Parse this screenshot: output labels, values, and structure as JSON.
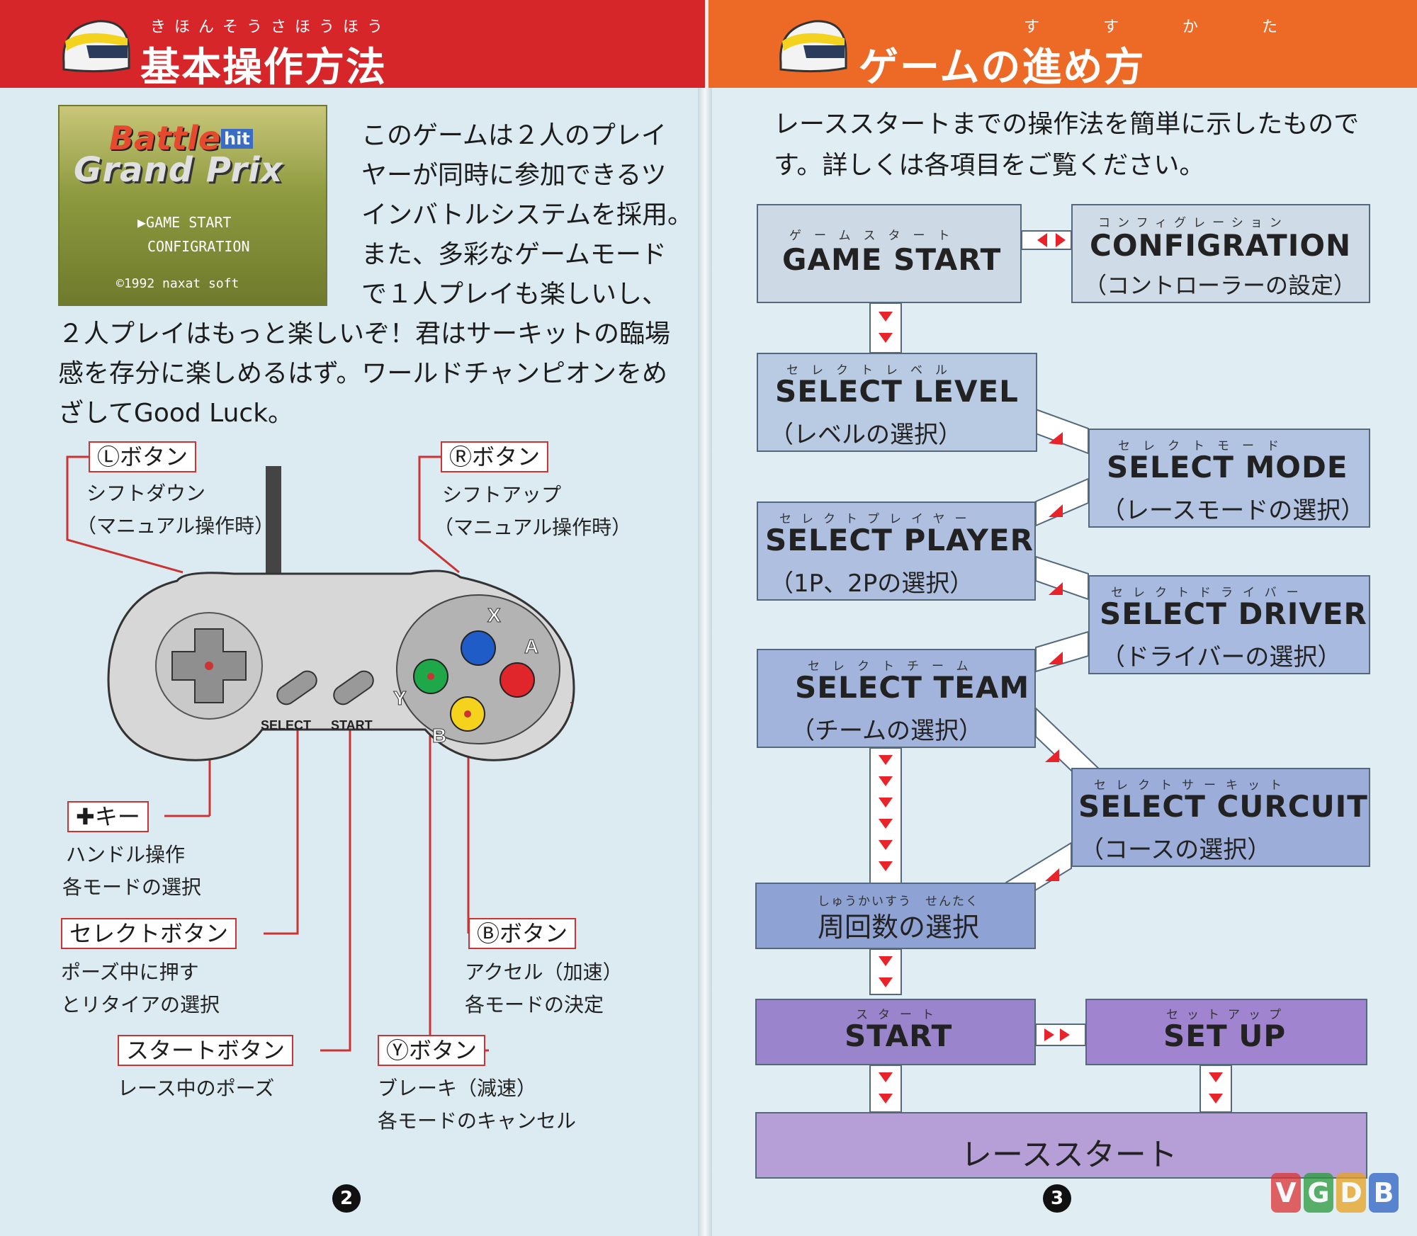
{
  "left_page": {
    "header": {
      "title": "基本操作方法",
      "ruby": "きほんそうさほうほう"
    },
    "game_screen": {
      "logo_line1": "Battle",
      "logo_small": "hit",
      "logo_line2": "Grand Prix",
      "menu_1": "▶GAME START",
      "menu_2": "CONFIGRATION",
      "copyright": "©1992 naxat soft"
    },
    "intro_lines": [
      "このゲームは２人のプレイ",
      "ヤーが同時に参加できるツ",
      "インバトルシステムを採用。",
      "また、多彩なゲームモード",
      "で１人プレイも楽しいし、",
      "２人プレイはもっと楽しいぞ！君はサーキットの臨場",
      "感を存分に楽しめるはず。ワールドチャンピオンをめ",
      "ざしてGood Luck。"
    ],
    "controller": {
      "select_label": "SELECT",
      "start_label": "START",
      "x": "X",
      "y": "Y",
      "a": "A",
      "b": "B"
    },
    "buttons": [
      {
        "label": "Ⓛボタン",
        "desc": [
          "シフトダウン",
          "（マニュアル操作時）"
        ]
      },
      {
        "label": "Ⓡボタン",
        "desc": [
          "シフトアップ",
          "（マニュアル操作時）"
        ]
      },
      {
        "label": "✚キー",
        "desc": [
          "ハンドル操作",
          "各モードの選択"
        ]
      },
      {
        "label": "セレクトボタン",
        "desc": [
          "ポーズ中に押す",
          "とリタイアの選択"
        ]
      },
      {
        "label": "Ⓑボタン",
        "desc": [
          "アクセル（加速）",
          "各モードの決定"
        ]
      },
      {
        "label": "スタートボタン",
        "desc": [
          "レース中のポーズ"
        ]
      },
      {
        "label": "Ⓨボタン",
        "desc": [
          "ブレーキ（減速）",
          "各モードのキャンセル"
        ]
      }
    ],
    "page_number": "2"
  },
  "right_page": {
    "header": {
      "title": "ゲームの進め方",
      "ruby": "すすかた"
    },
    "intro_lines": [
      "レーススタートまでの操作法を簡単に示したもので",
      "す。詳しくは各項目をご覧ください。"
    ],
    "flow": {
      "game_start": {
        "ruby": "ゲームスタート",
        "title": "GAME START"
      },
      "configration": {
        "ruby": "コンフィグレーション",
        "title": "CONFIGRATION",
        "sub": "（コントローラーの設定）"
      },
      "select_level": {
        "ruby": "セレクトレベル",
        "title": "SELECT LEVEL",
        "sub": "（レベルの選択）"
      },
      "select_mode": {
        "ruby": "セレクトモード",
        "title": "SELECT MODE",
        "sub": "（レースモードの選択）"
      },
      "select_player": {
        "ruby": "セレクトプレイヤー",
        "title": "SELECT PLAYER",
        "sub": "（1P、2Pの選択）"
      },
      "select_driver": {
        "ruby": "セレクトドライバー",
        "title": "SELECT DRIVER",
        "sub": "（ドライバーの選択）"
      },
      "select_team": {
        "ruby": "セレクトチーム",
        "title": "SELECT TEAM",
        "sub": "（チームの選択）"
      },
      "select_curcuit": {
        "ruby": "セレクトサーキット",
        "title": "SELECT CURCUIT",
        "sub": "（コースの選択）"
      },
      "laps": {
        "ruby": "しゅうかいすう　せんたく",
        "title": "周回数の選択"
      },
      "start": {
        "ruby": "スタート",
        "title": "START"
      },
      "set_up": {
        "ruby": "セットアップ",
        "title": "SET UP"
      },
      "race_start": {
        "title": "レーススタート"
      }
    },
    "page_number": "3"
  },
  "watermark": [
    "V",
    "G",
    "D",
    "B"
  ],
  "colors": {
    "header_left": "#d6262a",
    "header_right": "#ec6a26",
    "arrow": "#e8232a",
    "box_blue": "#aec3e4",
    "box_purple": "#a88ed2"
  }
}
